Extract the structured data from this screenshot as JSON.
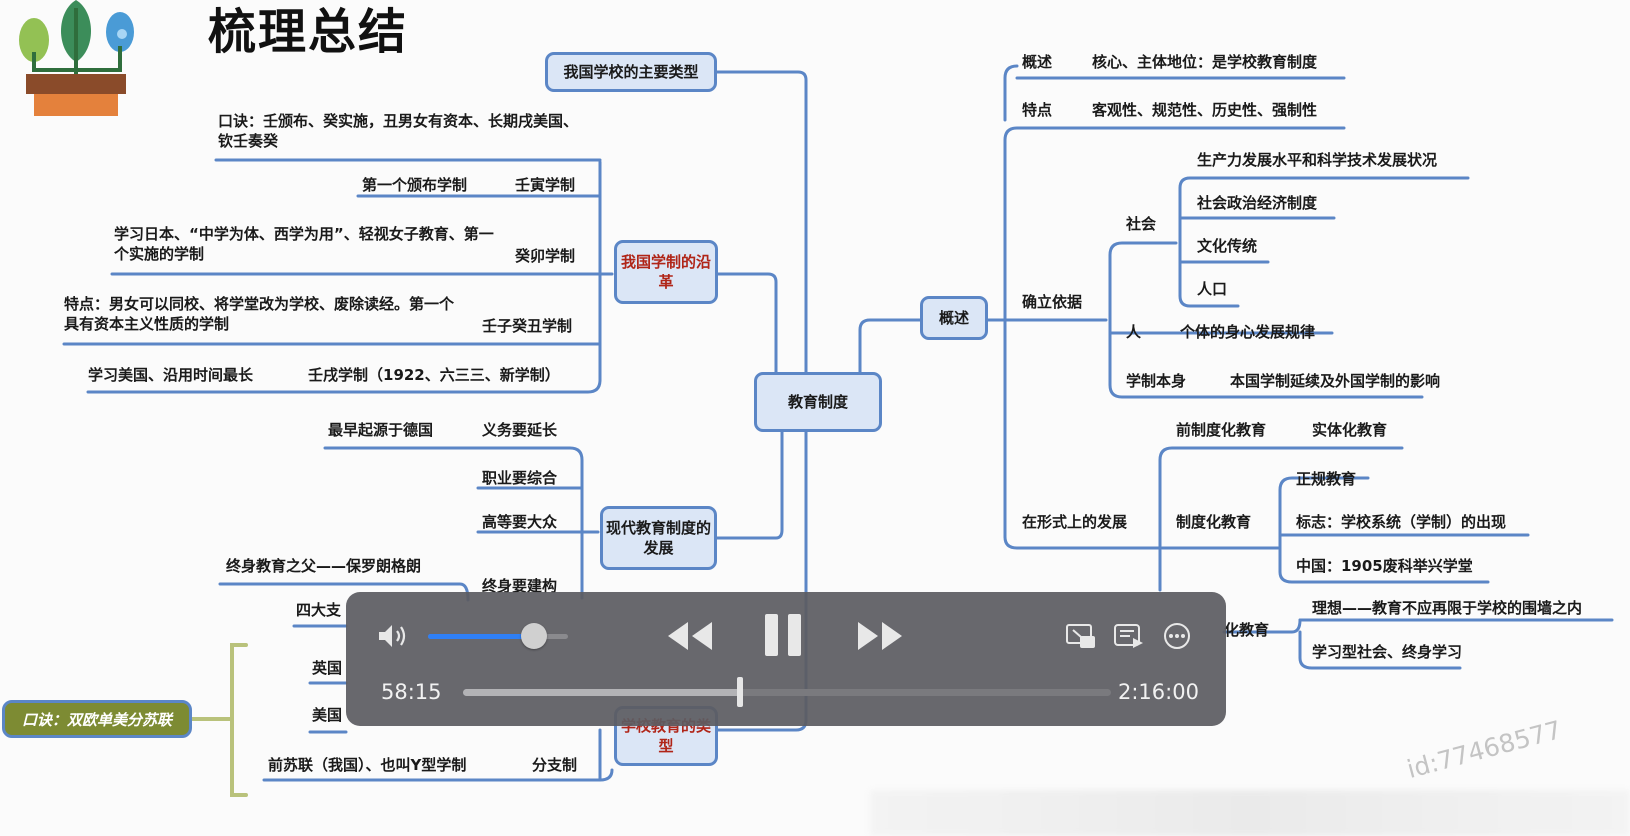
{
  "title": "梳理总结",
  "player": {
    "current_time": "58:15",
    "total_time": "2:16:00",
    "progress": 0.428,
    "volume": 0.76,
    "state": "playing",
    "icons": [
      "volume-icon",
      "rewind-icon",
      "pause-icon",
      "fast-forward-icon",
      "picture-in-picture-icon",
      "playlist-icon",
      "more-icon"
    ]
  },
  "watermark": "id:77468577",
  "mnemonic_box": "口诀：双欧单美分苏联",
  "nodes": {
    "center": "教育制度",
    "types": "我国学校的主要类型",
    "evolution": "我国学制的沿革",
    "modern": "现代教育制度的发展",
    "school_types": "学校教育的类型",
    "overview": "概述"
  },
  "left": {
    "koujue": "口诀：壬颁布、癸实施，丑男女有资本、长期戌美国、钦壬奏癸",
    "renyin_label": "壬寅学制",
    "renyin_desc": "第一个颁布学制",
    "guimao_label": "癸卯学制",
    "guimao_desc": "学习日本、“中学为体、西学为用”、轻视女子教育、第一个实施的学制",
    "renzi_label": "壬子癸丑学制",
    "renzi_desc": "特点：男女可以同校、将学堂改为学校、废除读经。第一个具有资本主义性质的学制",
    "renxu_label": "壬戌学制（1922、六三三、新学制）",
    "renxu_desc": "学习美国、沿用时间最长",
    "yiwu_label": "义务要延长",
    "yiwu_desc": "最早起源于德国",
    "zhiye": "职业要综合",
    "gaodeng": "高等要大众",
    "zhongshen_label": "终身要建构",
    "zhongshen_desc": "终身教育之父——保罗朗格朗",
    "sida": "四大支",
    "yingguo": "英国",
    "meiguo": "美国",
    "sulian": "前苏联（我国）、也叫Y型学制",
    "fenzhi": "分支制"
  },
  "right": {
    "gaishu": "概述",
    "gaishu_desc": "核心、主体地位：是学校教育制度",
    "tedian": "特点",
    "tedian_desc": "客观性、规范性、历史性、强制性",
    "queli": "确立依据",
    "shehui": "社会",
    "soc1": "生产力发展水平和科学技术发展状况",
    "soc2": "社会政治经济制度",
    "soc3": "文化传统",
    "soc4": "人口",
    "ren": "人",
    "ren_desc": "个体的身心发展规律",
    "xuezhi": "学制本身",
    "xuezhi_desc": "本国学制延续及外国学制的影响",
    "xingshi": "在形式上的发展",
    "qian": "前制度化教育",
    "qian_desc": "实体化教育",
    "zhidu": "制度化教育",
    "zhidu1": "正规教育",
    "zhidu2": "标志：学校系统（学制）的出现",
    "zhidu3": "中国：1905废科举兴学堂",
    "fei": "化教育",
    "fei1": "理想——教育不应再限于学校的围墙之内",
    "fei2": "学习型社会、终身学习"
  }
}
